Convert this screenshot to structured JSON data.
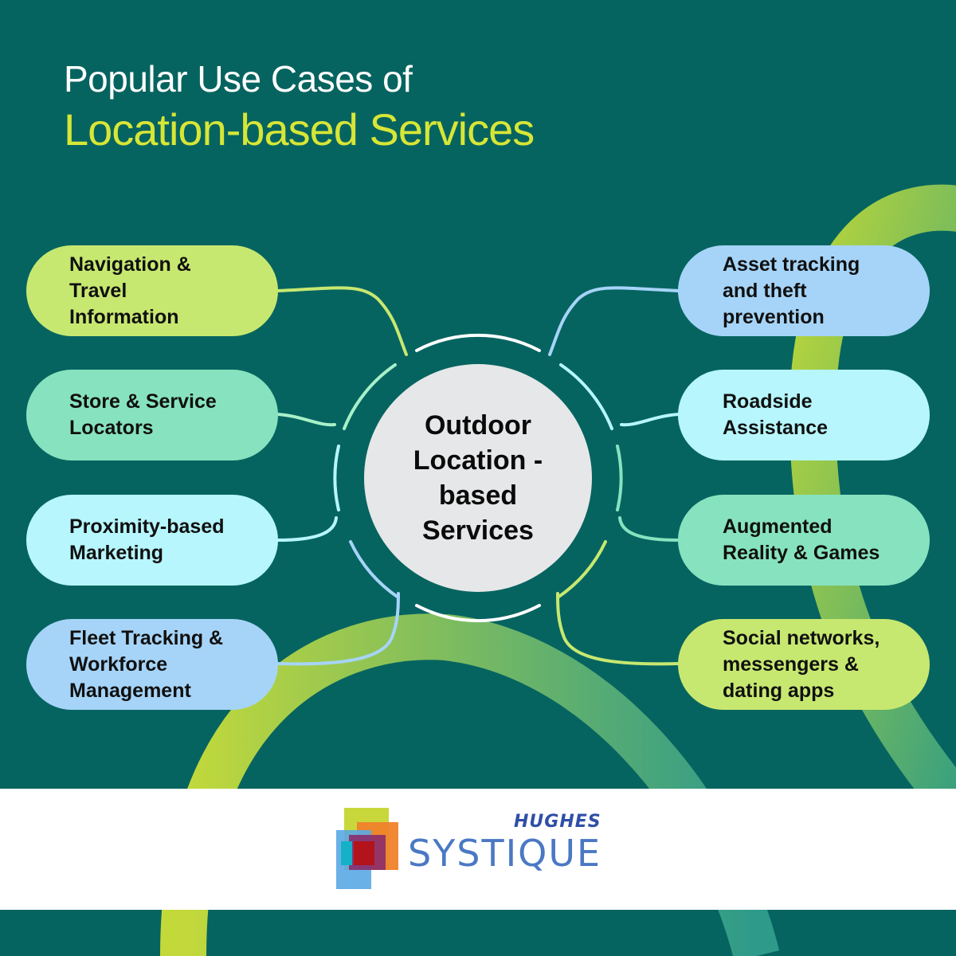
{
  "title": {
    "line1": "Popular Use Cases of",
    "line2": "Location-based Services"
  },
  "center": {
    "label": "Outdoor\nLocation -\nbased\nServices"
  },
  "left_items": [
    {
      "label": "Navigation &\nTravel\nInformation",
      "color": "#c7e870"
    },
    {
      "label": "Store & Service\nLocators",
      "color": "#87e3bf"
    },
    {
      "label": "Proximity-based\nMarketing",
      "color": "#b6f6fc"
    },
    {
      "label": "Fleet Tracking &\nWorkforce\nManagement",
      "color": "#a6d4f8"
    }
  ],
  "right_items": [
    {
      "label": "Asset tracking\nand theft\nprevention",
      "color": "#a6d4f8"
    },
    {
      "label": "Roadside\nAssistance",
      "color": "#b6f6fc"
    },
    {
      "label": "Augmented\nReality & Games",
      "color": "#87e3bf"
    },
    {
      "label": "Social networks,\nmessengers &\ndating apps",
      "color": "#c7e870"
    }
  ],
  "logo": {
    "brand_top": "HUGHES",
    "brand_main": "SYSTIQUE"
  },
  "colors": {
    "background": "#066460",
    "title_accent": "#d7e636",
    "footer": "#ffffff"
  }
}
